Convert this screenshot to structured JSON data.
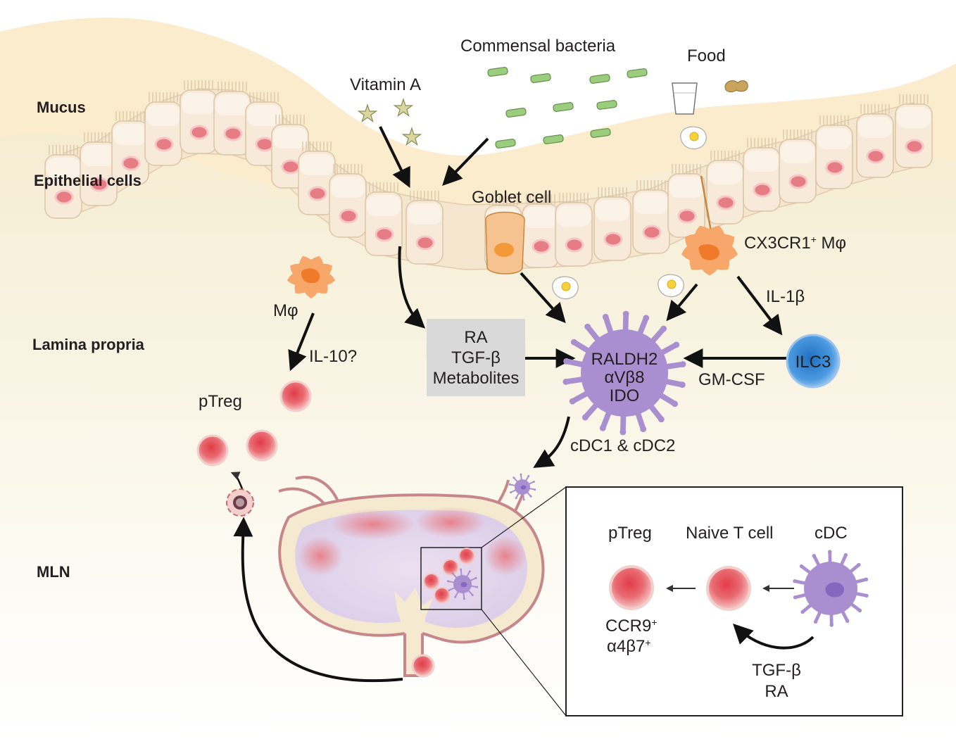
{
  "regions": {
    "mucus": "Mucus",
    "epithelial": "Epithelial cells",
    "lamina_propria": "Lamina propria",
    "mln": "MLN"
  },
  "labels": {
    "commensal_bacteria": "Commensal bacteria",
    "food": "Food",
    "vitamin_a": "Vitamin A",
    "goblet_cell": "Goblet cell",
    "cx3cr1_mphi": "CX3CR1",
    "cx3cr1_sup": "+",
    "cx3cr1_suffix": " Mφ",
    "mphi": "Mφ",
    "il10": "IL-10?",
    "il1b": "IL-1β",
    "ptreg_lp": "pTreg",
    "ilc3": "ILC3",
    "gm_csf": "GM-CSF",
    "cdc12": "cDC1 & cDC2"
  },
  "metabolite_box": {
    "lines": [
      "RA",
      "TGF-β",
      "Metabolites"
    ]
  },
  "dc_markers": [
    "RALDH2",
    "αVβ8",
    "IDO"
  ],
  "inset": {
    "ptreg": "pTreg",
    "naive_t": "Naive T cell",
    "cdc": "cDC",
    "ccr9": "CCR9",
    "a4b7": "α4β7",
    "sup": "+",
    "signal_1": "TGF-β",
    "signal_2": "RA"
  },
  "colors": {
    "mucus": "#fbeccd",
    "tissue": "#f6f1dc",
    "epithelium": "#f5e6d0",
    "nucleus": "#e67d84",
    "macrophage": "#f7a76a",
    "dendritic": "#a98fd0",
    "ilc3": "#3e8ed2",
    "treg": "#e2545d",
    "lymph_node": "#e6d9ec",
    "capsule": "#c6868a",
    "metabolite_box": "#d9d9d9"
  }
}
